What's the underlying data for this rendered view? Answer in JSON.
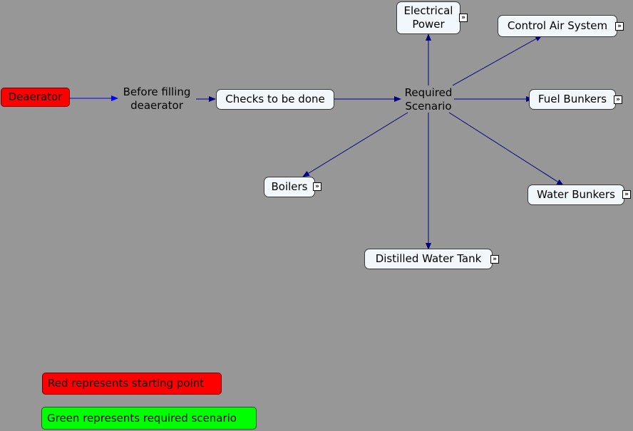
{
  "nodes": {
    "deaerator": "Deaerator",
    "before_filling": "Before filling\ndeaerator",
    "checks": "Checks to be done",
    "required": "Required\nScenario",
    "electrical": "Electrical\nPower",
    "control_air": "Control Air System",
    "fuel": "Fuel Bunkers",
    "water": "Water Bunkers",
    "distilled": "Distilled Water Tank",
    "boilers": "Boilers"
  },
  "legend": {
    "red": "Red represents starting point",
    "green": "Green represents required scenario"
  },
  "colors": {
    "background": "#979797",
    "start": "#ff0000",
    "scenario": "#00ff00",
    "arrow_blue": "#0000ff",
    "arrow_navy": "#000080"
  },
  "expand_glyph": "»",
  "icons": {
    "expand": "expand-icon"
  }
}
